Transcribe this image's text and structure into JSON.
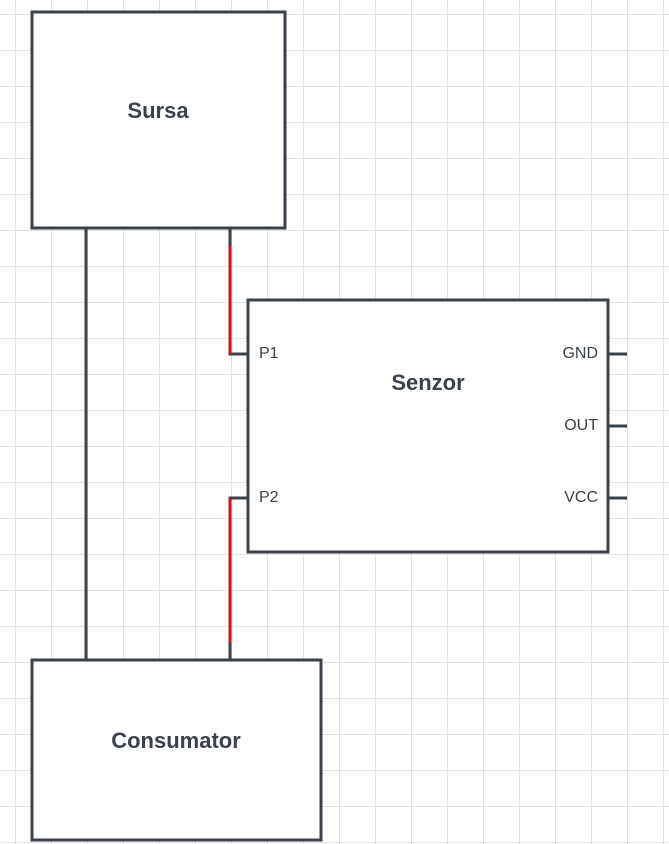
{
  "colors": {
    "line": "#3a4149",
    "wire": "#e01010",
    "text": "#3a4149"
  },
  "blocks": {
    "source": {
      "label": "Sursa"
    },
    "sensor": {
      "label": "Senzor",
      "pins_left": [
        "P1",
        "P2"
      ],
      "pins_right": [
        "GND",
        "OUT",
        "VCC"
      ]
    },
    "consumer": {
      "label": "Consumator"
    }
  }
}
